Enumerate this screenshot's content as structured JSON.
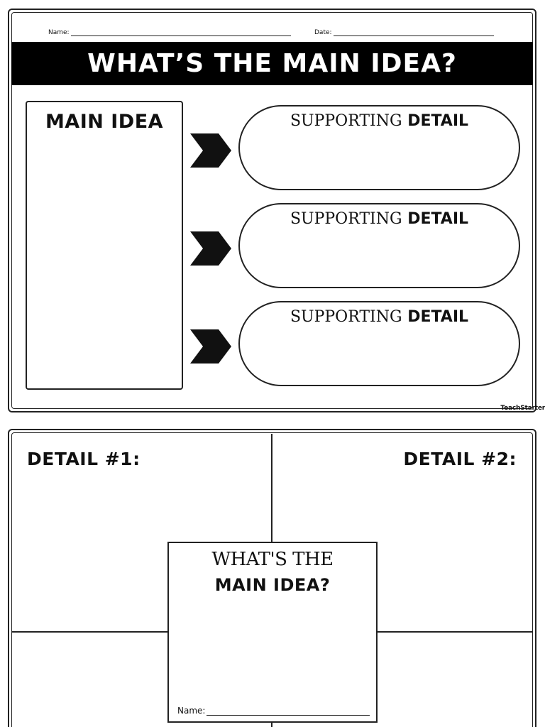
{
  "worksheet1": {
    "name_label": "Name:",
    "date_label": "Date:",
    "banner_title": "WHAT’S THE MAIN IDEA?",
    "main_idea_title": "MAIN IDEA",
    "supporting_details": [
      {
        "light": "SUPPORTING",
        "bold": "DETAIL"
      },
      {
        "light": "SUPPORTING",
        "bold": "DETAIL"
      },
      {
        "light": "SUPPORTING",
        "bold": "DETAIL"
      }
    ],
    "brand": "TeachStarter"
  },
  "worksheet2": {
    "detail1_label": "DETAIL #1:",
    "detail2_label": "DETAIL #2:",
    "card_line1": "WHAT'S THE",
    "card_line2": "MAIN IDEA?",
    "card_name_label": "Name:"
  }
}
